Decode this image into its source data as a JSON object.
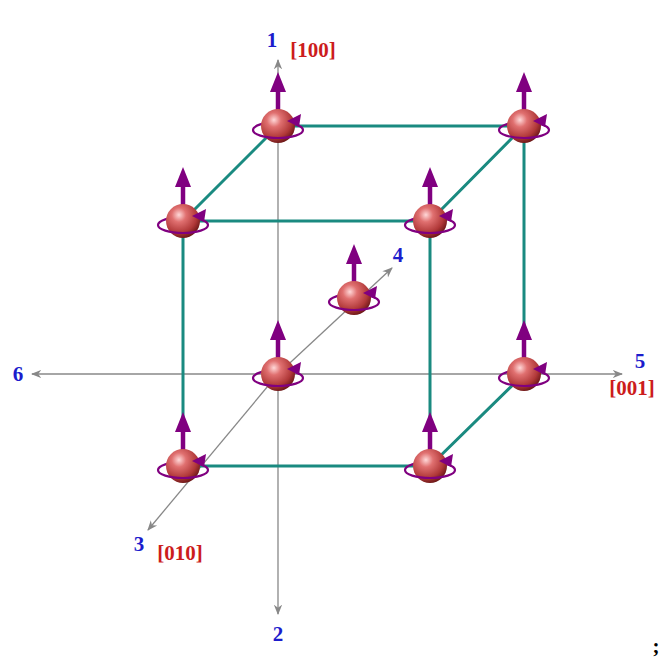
{
  "diagram": {
    "labels": [
      "1",
      "[100]",
      "2",
      "3",
      "[010]",
      "4",
      "5",
      "[001]",
      "6",
      ";"
    ]
  }
}
